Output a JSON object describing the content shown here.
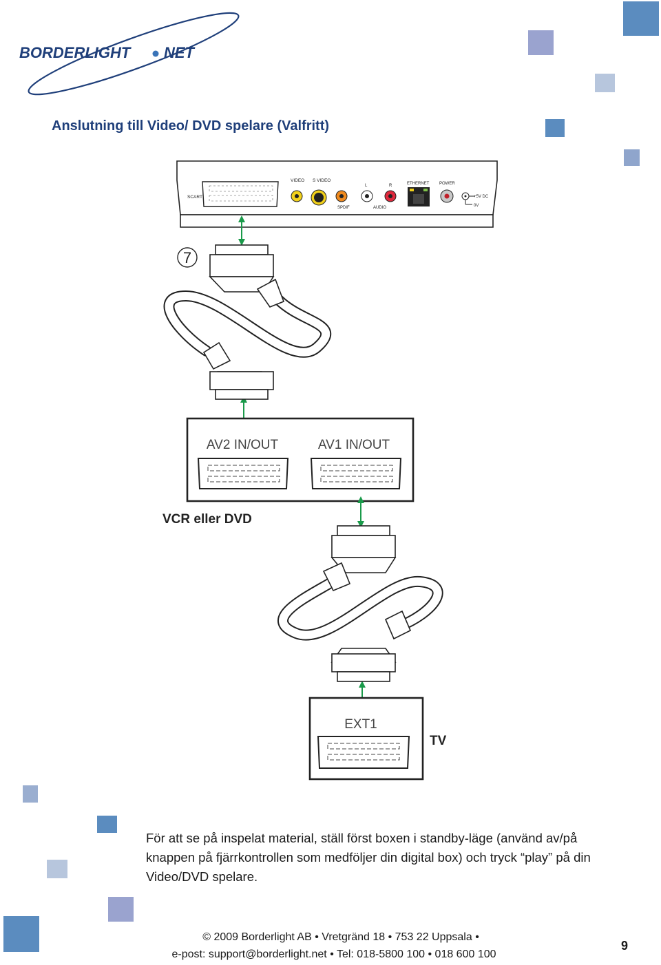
{
  "logo": {
    "brand_left": "BORDERLIGHT",
    "brand_right": "NET"
  },
  "page": {
    "title": "Anslutning till Video/ DVD spelare (Valfritt)",
    "body": "För att se på inspelat material, ställ först boxen i standby-läge (använd av/på knappen på fjärrkontrollen som medföljer din digital box) och tryck “play” på din Video/DVD spelare.",
    "page_number": "9"
  },
  "device_panel": {
    "scart": "SCART",
    "video": "VIDEO",
    "svideo": "S VIDEO",
    "audio_l": "L",
    "audio_r": "R",
    "ethernet": "ETHERNET",
    "power": "POWER",
    "spdif": "SPDIF",
    "audio": "AUDIO",
    "dc_plus": "+5V DC",
    "dc_zero": "0V"
  },
  "diagram": {
    "step_number": "7",
    "vcr_port_av2": "AV2 IN/OUT",
    "vcr_port_av1": "AV1 IN/OUT",
    "vcr_label": "VCR eller DVD",
    "tv_port": "EXT1",
    "tv_label": "TV"
  },
  "footer": {
    "line1": "© 2009 Borderlight AB • Vretgränd 18 • 753 22 Uppsala •",
    "line2": "e-post: support@borderlight.net • Tel: 018-5800 100 • 018 600 100"
  },
  "colors": {
    "brand_blue": "#1f3f7a",
    "arrow_green": "#1a9a4a",
    "square_dark": "#5b8cbf",
    "square_mid": "#8fa5cc",
    "square_light": "#b7c6dd"
  }
}
